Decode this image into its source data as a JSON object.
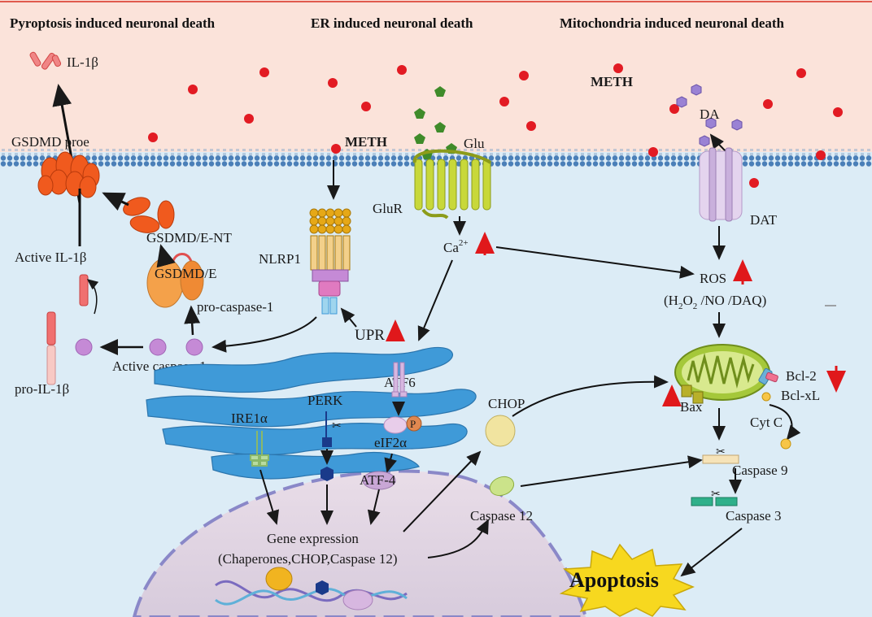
{
  "titles": {
    "pyroptosis": "Pyroptosis induced neuronal death",
    "er": "ER induced  neuronal death",
    "mito": "Mitochondria induced neuronal death"
  },
  "labels": {
    "il1b": "IL-1β",
    "gsdmd_proe": "GSDMD proe",
    "gsdmd_ent": "GSDMD/E-NT",
    "active_il1b": "Active IL-1β",
    "gsdmd_e": "GSDMD/E",
    "pro_il1b": "pro-IL-1β",
    "active_casp1": "Active caspase-1",
    "meth_er": "METH",
    "meth_mito": "METH",
    "nlrp1": "NLRP1",
    "pro_casp1": "pro-caspase-1",
    "glu": "Glu",
    "glur": "GluR",
    "ca": "Ca",
    "ca_sup": "2+",
    "upr": "UPR",
    "atf6": "ATF6",
    "perk": "PERK",
    "ire1a": "IRE1α",
    "p": "P",
    "eif2a": "eIF2α",
    "atf4": "ATF-4",
    "chop": "CHOP",
    "caspase12": "Caspase 12",
    "gene_expression": "Gene expression",
    "gene_targets": "(Chaperones,CHOP,Caspase 12)",
    "da": "DA",
    "dat": "DAT",
    "ros": "ROS",
    "ros_species": "(H",
    "ros_h2o2_sub1": "2",
    "ros_o": "O",
    "ros_h2o2_sub2": "2",
    "ros_rest": " /NO /DAQ)",
    "bcl2": "Bcl-2",
    "bclxl": "Bcl-xL",
    "bax": "Bax",
    "cytc": "Cyt C",
    "caspase9": "Caspase 9",
    "caspase3": "Caspase 3",
    "apoptosis": "Apoptosis"
  },
  "colors": {
    "extracellular": "#fbe3da",
    "cytoplasm": "#dcecf6",
    "nucleus": "#e4dbe6",
    "er": "#3f9ad8",
    "meth_dot": "#e21b23",
    "glu": "#3f8b2a",
    "da": "#9a82d4",
    "up_arrow": "#e0181b",
    "gsdmd": "#f05a1e",
    "caspase": "#c58ad6",
    "mito": "#a5c83a"
  },
  "icons": {
    "membrane": "lipid-bilayer-icon",
    "receptor": "glutamate-receptor-icon",
    "transporter": "dopamine-transporter-icon",
    "starburst": "starburst-icon",
    "dna": "dna-helix-icon",
    "scissors": "scissors-icon"
  }
}
